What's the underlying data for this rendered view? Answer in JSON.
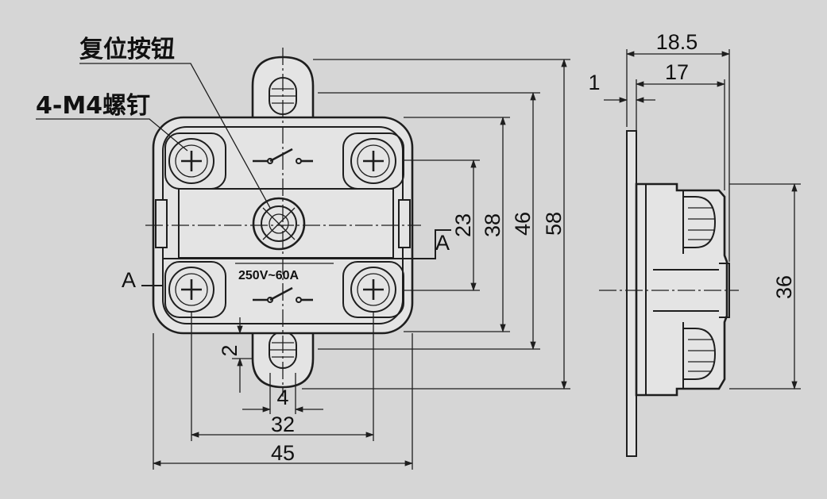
{
  "callouts": {
    "reset_button": "复位按钮",
    "screws": "4-M4螺钉"
  },
  "section": {
    "left": "A",
    "right": "A"
  },
  "rating": "250V~60A",
  "front_view": {
    "dim_width_outer": "45",
    "dim_hole_spacing_x": "32",
    "dim_tab_width": "4",
    "dim_small_offset": "2",
    "dim_23": "23",
    "dim_38": "38",
    "dim_46": "46",
    "dim_58": "58"
  },
  "side_view": {
    "dim_total_depth": "18.5",
    "dim_body_depth": "17",
    "dim_plate": "1",
    "dim_height": "36"
  },
  "colors": {
    "ink": "#1e1e1e",
    "paper": "#d6d6d6"
  }
}
